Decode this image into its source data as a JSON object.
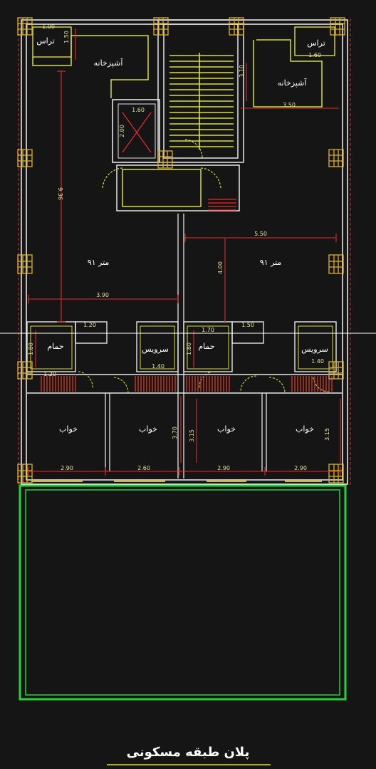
{
  "colors": {
    "background": "#151515",
    "wall": "#e6e6e6",
    "outline": "#d9e02a",
    "dimension": "#e52a2a",
    "label": "#ffffff",
    "dimension_text": "#e8e0a0",
    "column": "#e0b020",
    "yard": "#27d13d",
    "hatch": "#c63a2a",
    "crosshair": "#ffffff",
    "title": "#ffffff"
  },
  "rooms": {
    "terrace_left": "تراس",
    "terrace_right": "تراس",
    "kitchen_left": "آشپزخانه",
    "kitchen_right": "آشپزخانه",
    "area_left": "۹۱ متر",
    "area_right": "۹۱ متر",
    "bath_left": "حمام",
    "bath_right": "حمام",
    "wc_left": "سرویس",
    "wc_right": "سرویس",
    "bed_1": "خواب",
    "bed_2": "خواب",
    "bed_3": "خواب",
    "bed_4": "خواب"
  },
  "dimensions": {
    "terrace_left_w": "1.00",
    "terrace_left_h": "1.50",
    "terrace_right_w": "1.60",
    "elevator_w": "1.60",
    "elevator_h": "2.00",
    "kitchen_right_h": "3.10",
    "kitchen_right_w": "3.50",
    "depth_left": "9.36",
    "width_right": "5.50",
    "depth_right": "4.00",
    "width_left": "3.90",
    "bath_left_w": "1.20",
    "bath_left_h": "1.80",
    "bath_right_w": "1.70",
    "bath_right_h": "1.80",
    "wc_w_left": "1.40",
    "wc_w_right": "1.40",
    "laundry_left": "1.20",
    "laundry_right": "1.50",
    "bed_h_2": "3.70",
    "bed_h_3": "3.15",
    "bed_h_4": "3.15",
    "bottom_1": "2.90",
    "bottom_2": "2.60",
    "bottom_3": "2.90",
    "bottom_4": "2.90"
  },
  "title": "پلان طبقه مسکونی"
}
